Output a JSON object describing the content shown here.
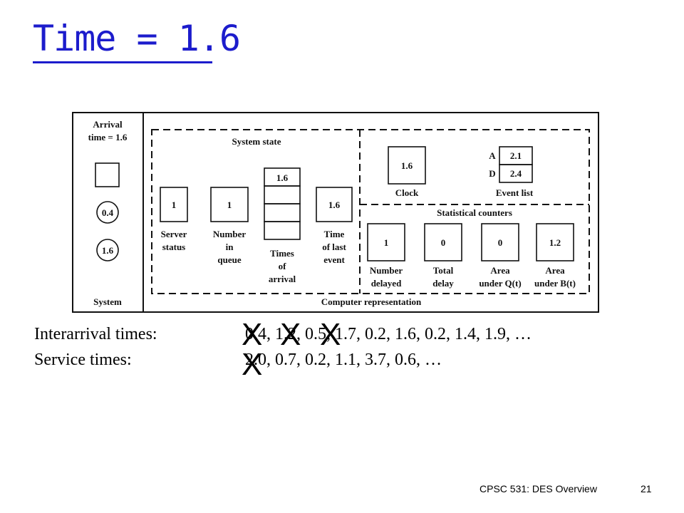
{
  "slide": {
    "title": "Time = 1.6",
    "footer_course": "CPSC 531: DES Overview",
    "page_number": "21"
  },
  "diagram": {
    "system_block": {
      "arrival_line1": "Arrival",
      "arrival_line2": "time = 1.6",
      "circles": [
        "0.4",
        "1.6"
      ],
      "label": "System"
    },
    "computer_representation_label": "Computer representation",
    "system_state": {
      "heading": "System state",
      "server_status": {
        "value": "1",
        "label_line1": "Server",
        "label_line2": "status"
      },
      "number_in_queue": {
        "value": "1",
        "label_line1": "Number",
        "label_line2": "in",
        "label_line3": "queue"
      },
      "times_of_arrival": {
        "values": [
          "1.6"
        ],
        "label_line1": "Times",
        "label_line2": "of",
        "label_line3": "arrival"
      },
      "time_of_last_event": {
        "value": "1.6",
        "label_line1": "Time",
        "label_line2": "of last",
        "label_line3": "event"
      }
    },
    "clock": {
      "value": "1.6",
      "label": "Clock"
    },
    "event_list": {
      "a_key": "A",
      "a_value": "2.1",
      "d_key": "D",
      "d_value": "2.4",
      "label": "Event list"
    },
    "statistical_counters": {
      "heading": "Statistical counters",
      "number_delayed": {
        "value": "1",
        "label_line1": "Number",
        "label_line2": "delayed"
      },
      "total_delay": {
        "value": "0",
        "label_line1": "Total",
        "label_line2": "delay"
      },
      "area_q": {
        "value": "0",
        "label_line1": "Area",
        "label_line2": "under Q(t)"
      },
      "area_b": {
        "value": "1.2",
        "label_line1": "Area",
        "label_line2": "under B(t)"
      }
    }
  },
  "sequences": {
    "interarrival_label": "Interarrival times:",
    "interarrival_values": "0.4, 1.2, 0.5, 1.7, 0.2, 1.6, 0.2, 1.4, 1.9, …",
    "service_label": "Service times:",
    "service_values": "2.0, 0.7, 0.2, 1.1, 3.7, 0.6, …",
    "cross_mark": "X"
  }
}
